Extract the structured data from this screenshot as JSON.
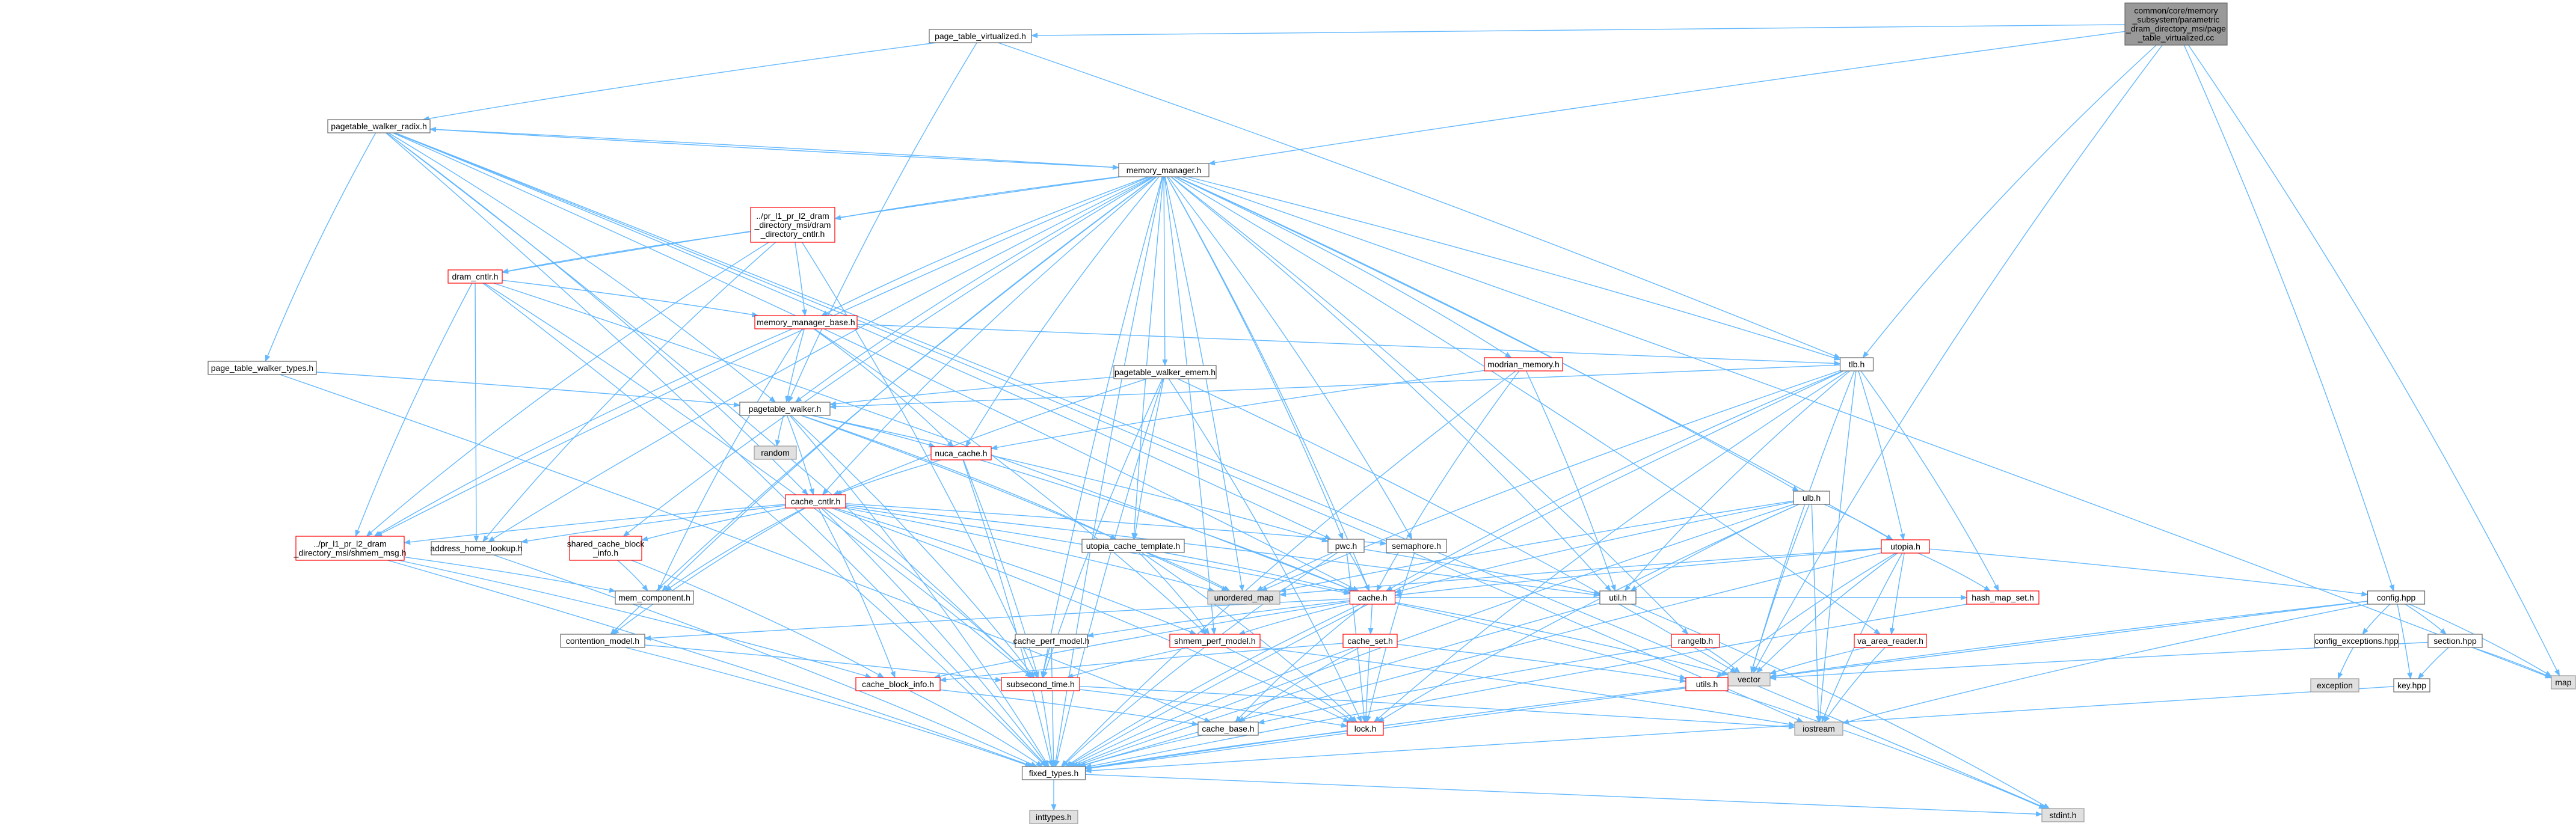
{
  "colors": {
    "edge": "#63b8ff",
    "root_fill": "#999999",
    "node_fill": "#ffffff",
    "node_border": "#666666",
    "missing_border": "#ff0000",
    "system_fill": "#e0e0e0",
    "system_border": "#999999"
  },
  "nodes": [
    {
      "id": "root",
      "lines": [
        "common/core/memory",
        "_subsystem/parametric",
        "_dram_directory_msi/page",
        "_table_virtualized.cc"
      ],
      "style": "root"
    },
    {
      "id": "ptv",
      "lines": [
        "page_table_virtualized.h"
      ],
      "style": "normal"
    },
    {
      "id": "pwr",
      "lines": [
        "pagetable_walker_radix.h"
      ],
      "style": "normal"
    },
    {
      "id": "mm",
      "lines": [
        "memory_manager.h"
      ],
      "style": "normal"
    },
    {
      "id": "drdc",
      "lines": [
        "../pr_l1_pr_l2_dram",
        "_directory_msi/dram",
        "_directory_cntlr.h"
      ],
      "style": "missing"
    },
    {
      "id": "dram",
      "lines": [
        "dram_cntlr.h"
      ],
      "style": "missing"
    },
    {
      "id": "mmb",
      "lines": [
        "memory_manager_base.h"
      ],
      "style": "missing"
    },
    {
      "id": "ptwt",
      "lines": [
        "page_table_walker_types.h"
      ],
      "style": "normal"
    },
    {
      "id": "pwe",
      "lines": [
        "pagetable_walker_emem.h"
      ],
      "style": "normal"
    },
    {
      "id": "modrian",
      "lines": [
        "modrian_memory.h"
      ],
      "style": "missing"
    },
    {
      "id": "tlb",
      "lines": [
        "tlb.h"
      ],
      "style": "normal"
    },
    {
      "id": "pw",
      "lines": [
        "pagetable_walker.h"
      ],
      "style": "normal"
    },
    {
      "id": "random",
      "lines": [
        "random"
      ],
      "style": "system"
    },
    {
      "id": "nuca",
      "lines": [
        "nuca_cache.h"
      ],
      "style": "missing"
    },
    {
      "id": "cc",
      "lines": [
        "cache_cntlr.h"
      ],
      "style": "missing"
    },
    {
      "id": "shmem_msg",
      "lines": [
        "../pr_l1_pr_l2_dram",
        "_directory_msi/shmem_msg.h"
      ],
      "style": "missing"
    },
    {
      "id": "ahl",
      "lines": [
        "address_home_lookup.h"
      ],
      "style": "normal"
    },
    {
      "id": "scbi",
      "lines": [
        "shared_cache_block",
        "_info.h"
      ],
      "style": "missing"
    },
    {
      "id": "memc",
      "lines": [
        "mem_component.h"
      ],
      "style": "normal"
    },
    {
      "id": "uct",
      "lines": [
        "utopia_cache_template.h"
      ],
      "style": "normal"
    },
    {
      "id": "umap",
      "lines": [
        "unordered_map"
      ],
      "style": "system"
    },
    {
      "id": "pwch",
      "lines": [
        "pwc.h"
      ],
      "style": "normal"
    },
    {
      "id": "sema",
      "lines": [
        "semaphore.h"
      ],
      "style": "normal"
    },
    {
      "id": "cache",
      "lines": [
        "cache.h"
      ],
      "style": "missing"
    },
    {
      "id": "utilh",
      "lines": [
        "util.h"
      ],
      "style": "normal"
    },
    {
      "id": "ulb",
      "lines": [
        "ulb.h"
      ],
      "style": "normal"
    },
    {
      "id": "utopia",
      "lines": [
        "utopia.h"
      ],
      "style": "missing"
    },
    {
      "id": "config",
      "lines": [
        "config.hpp"
      ],
      "style": "normal"
    },
    {
      "id": "contm",
      "lines": [
        "contention_model.h"
      ],
      "style": "normal"
    },
    {
      "id": "cpm",
      "lines": [
        "cache_perf_model.h"
      ],
      "style": "normal"
    },
    {
      "id": "spm",
      "lines": [
        "shmem_perf_model.h"
      ],
      "style": "missing"
    },
    {
      "id": "cset",
      "lines": [
        "cache_set.h"
      ],
      "style": "missing"
    },
    {
      "id": "ranges",
      "lines": [
        "rangelb.h"
      ],
      "style": "missing"
    },
    {
      "id": "vaar",
      "lines": [
        "va_area_reader.h"
      ],
      "style": "missing"
    },
    {
      "id": "hms",
      "lines": [
        "hash_map_set.h"
      ],
      "style": "missing"
    },
    {
      "id": "cexc",
      "lines": [
        "config_exceptions.hpp"
      ],
      "style": "normal"
    },
    {
      "id": "section",
      "lines": [
        "section.hpp"
      ],
      "style": "normal"
    },
    {
      "id": "cbi",
      "lines": [
        "cache_block_info.h"
      ],
      "style": "missing"
    },
    {
      "id": "subt",
      "lines": [
        "subsecond_time.h"
      ],
      "style": "missing"
    },
    {
      "id": "vector",
      "lines": [
        "vector"
      ],
      "style": "system"
    },
    {
      "id": "utils",
      "lines": [
        "utils.h"
      ],
      "style": "missing"
    },
    {
      "id": "exception",
      "lines": [
        "exception"
      ],
      "style": "system"
    },
    {
      "id": "map",
      "lines": [
        "map"
      ],
      "style": "system"
    },
    {
      "id": "keyh",
      "lines": [
        "key.hpp"
      ],
      "style": "normal"
    },
    {
      "id": "cbase",
      "lines": [
        "cache_base.h"
      ],
      "style": "normal"
    },
    {
      "id": "lock",
      "lines": [
        "lock.h"
      ],
      "style": "missing"
    },
    {
      "id": "iostream",
      "lines": [
        "iostream"
      ],
      "style": "system"
    },
    {
      "id": "fixed",
      "lines": [
        "fixed_types.h"
      ],
      "style": "normal"
    },
    {
      "id": "inttypes",
      "lines": [
        "inttypes.h"
      ],
      "style": "system"
    },
    {
      "id": "stdint",
      "lines": [
        "stdint.h"
      ],
      "style": "system"
    }
  ],
  "edges": [
    [
      "root",
      "ptv"
    ],
    [
      "root",
      "mm"
    ],
    [
      "root",
      "tlb"
    ],
    [
      "root",
      "vector"
    ],
    [
      "root",
      "map"
    ],
    [
      "root",
      "config"
    ],
    [
      "ptv",
      "pwr"
    ],
    [
      "ptv",
      "pw"
    ],
    [
      "ptv",
      "tlb"
    ],
    [
      "pwr",
      "mm"
    ],
    [
      "pwr",
      "pw"
    ],
    [
      "pwr",
      "ptwt"
    ],
    [
      "pwr",
      "cc"
    ],
    [
      "pwr",
      "fixed"
    ],
    [
      "pwr",
      "stdint"
    ],
    [
      "pwr",
      "cache"
    ],
    [
      "pwr",
      "pwch"
    ],
    [
      "pwr",
      "subt"
    ],
    [
      "pwr",
      "iostream"
    ],
    [
      "mm",
      "pwr"
    ],
    [
      "mm",
      "drdc"
    ],
    [
      "mm",
      "dram"
    ],
    [
      "mm",
      "mmb"
    ],
    [
      "mm",
      "pwe"
    ],
    [
      "mm",
      "modrian"
    ],
    [
      "mm",
      "tlb"
    ],
    [
      "mm",
      "ulb"
    ],
    [
      "mm",
      "pw"
    ],
    [
      "mm",
      "nuca"
    ],
    [
      "mm",
      "cc"
    ],
    [
      "mm",
      "shmem_msg"
    ],
    [
      "mm",
      "scbi"
    ],
    [
      "mm",
      "uct"
    ],
    [
      "mm",
      "umap"
    ],
    [
      "mm",
      "pwch"
    ],
    [
      "mm",
      "sema"
    ],
    [
      "mm",
      "cache"
    ],
    [
      "mm",
      "utilh"
    ],
    [
      "mm",
      "utopia"
    ],
    [
      "mm",
      "ranges"
    ],
    [
      "mm",
      "vaar"
    ],
    [
      "mm",
      "map"
    ],
    [
      "mm",
      "fixed"
    ],
    [
      "mm",
      "memc"
    ],
    [
      "mm",
      "subt"
    ],
    [
      "mm",
      "spm"
    ],
    [
      "mm",
      "contm"
    ],
    [
      "mm",
      "ahl"
    ],
    [
      "drdc",
      "dram"
    ],
    [
      "drdc",
      "mmb"
    ],
    [
      "drdc",
      "shmem_msg"
    ],
    [
      "drdc",
      "ahl"
    ],
    [
      "drdc",
      "subt"
    ],
    [
      "dram",
      "mmb"
    ],
    [
      "dram",
      "shmem_msg"
    ],
    [
      "dram",
      "ahl"
    ],
    [
      "dram",
      "fixed"
    ],
    [
      "dram",
      "cache"
    ],
    [
      "dram",
      "subt"
    ],
    [
      "mmb",
      "tlb"
    ],
    [
      "mmb",
      "pw"
    ],
    [
      "mmb",
      "nuca"
    ],
    [
      "mmb",
      "shmem_msg"
    ],
    [
      "mmb",
      "memc"
    ],
    [
      "mmb",
      "spm"
    ],
    [
      "ptwt",
      "pw"
    ],
    [
      "ptwt",
      "cbase"
    ],
    [
      "pwe",
      "pw"
    ],
    [
      "pwe",
      "cc"
    ],
    [
      "pwe",
      "uct"
    ],
    [
      "pwe",
      "fixed"
    ],
    [
      "pwe",
      "subt"
    ],
    [
      "pwe",
      "lock"
    ],
    [
      "pwe",
      "vector"
    ],
    [
      "modrian",
      "nuca"
    ],
    [
      "modrian",
      "cache"
    ],
    [
      "modrian",
      "fixed"
    ],
    [
      "modrian",
      "utilh"
    ],
    [
      "tlb",
      "pw"
    ],
    [
      "tlb",
      "cache"
    ],
    [
      "tlb",
      "utopia"
    ],
    [
      "tlb",
      "hms"
    ],
    [
      "tlb",
      "fixed"
    ],
    [
      "tlb",
      "iostream"
    ],
    [
      "tlb",
      "lock"
    ],
    [
      "tlb",
      "vector"
    ],
    [
      "tlb",
      "utilh"
    ],
    [
      "tlb",
      "umap"
    ],
    [
      "pw",
      "random"
    ],
    [
      "pw",
      "nuca"
    ],
    [
      "pw",
      "cc"
    ],
    [
      "pw",
      "uct"
    ],
    [
      "pw",
      "umap"
    ],
    [
      "pw",
      "pwch"
    ],
    [
      "pw",
      "fixed"
    ],
    [
      "pw",
      "subt"
    ],
    [
      "nuca",
      "cc"
    ],
    [
      "nuca",
      "cache"
    ],
    [
      "nuca",
      "subt"
    ],
    [
      "nuca",
      "fixed"
    ],
    [
      "cc",
      "ahl"
    ],
    [
      "cc",
      "scbi"
    ],
    [
      "cc",
      "memc"
    ],
    [
      "cc",
      "contm"
    ],
    [
      "cc",
      "shmem_msg"
    ],
    [
      "cc",
      "cache"
    ],
    [
      "cc",
      "spm"
    ],
    [
      "cc",
      "cbi"
    ],
    [
      "cc",
      "subt"
    ],
    [
      "cc",
      "fixed"
    ],
    [
      "cc",
      "lock"
    ],
    [
      "cc",
      "sema"
    ],
    [
      "cc",
      "umap"
    ],
    [
      "cc",
      "utilh"
    ],
    [
      "shmem_msg",
      "memc"
    ],
    [
      "shmem_msg",
      "fixed"
    ],
    [
      "shmem_msg",
      "cbi"
    ],
    [
      "ahl",
      "fixed"
    ],
    [
      "scbi",
      "memc"
    ],
    [
      "scbi",
      "cbi"
    ],
    [
      "uct",
      "cache"
    ],
    [
      "uct",
      "umap"
    ],
    [
      "uct",
      "lock"
    ],
    [
      "uct",
      "spm"
    ],
    [
      "pwch",
      "cache"
    ],
    [
      "pwch",
      "umap"
    ],
    [
      "pwch",
      "lock"
    ],
    [
      "pwch",
      "utilh"
    ],
    [
      "pwch",
      "fixed"
    ],
    [
      "sema",
      "lock"
    ],
    [
      "cache",
      "cpm"
    ],
    [
      "cache",
      "spm"
    ],
    [
      "cache",
      "cset"
    ],
    [
      "cache",
      "cbi"
    ],
    [
      "cache",
      "cbase"
    ],
    [
      "cache",
      "hms"
    ],
    [
      "cache",
      "fixed"
    ],
    [
      "cache",
      "contm"
    ],
    [
      "cache",
      "utils"
    ],
    [
      "cache",
      "vector"
    ],
    [
      "utilh",
      "fixed"
    ],
    [
      "utilh",
      "stdint"
    ],
    [
      "ulb",
      "cache"
    ],
    [
      "ulb",
      "utopia"
    ],
    [
      "ulb",
      "umap"
    ],
    [
      "ulb",
      "vector"
    ],
    [
      "ulb",
      "iostream"
    ],
    [
      "ulb",
      "utilh"
    ],
    [
      "ulb",
      "fixed"
    ],
    [
      "ulb",
      "lock"
    ],
    [
      "utopia",
      "cache"
    ],
    [
      "utopia",
      "hms"
    ],
    [
      "utopia",
      "vaar"
    ],
    [
      "utopia",
      "utils"
    ],
    [
      "utopia",
      "iostream"
    ],
    [
      "utopia",
      "vector"
    ],
    [
      "utopia",
      "config"
    ],
    [
      "utopia",
      "fixed"
    ],
    [
      "utopia",
      "umap"
    ],
    [
      "config",
      "cexc"
    ],
    [
      "config",
      "section"
    ],
    [
      "config",
      "map"
    ],
    [
      "config",
      "vector"
    ],
    [
      "config",
      "iostream"
    ],
    [
      "config",
      "fixed"
    ],
    [
      "config",
      "keyh"
    ],
    [
      "contm",
      "fixed"
    ],
    [
      "contm",
      "subt"
    ],
    [
      "cpm",
      "subt"
    ],
    [
      "cpm",
      "fixed"
    ],
    [
      "spm",
      "subt"
    ],
    [
      "spm",
      "lock"
    ],
    [
      "spm",
      "iostream"
    ],
    [
      "cset",
      "cbi"
    ],
    [
      "cset",
      "cbase"
    ],
    [
      "cset",
      "lock"
    ],
    [
      "cset",
      "fixed"
    ],
    [
      "cset",
      "utils"
    ],
    [
      "ranges",
      "cbase"
    ],
    [
      "ranges",
      "vector"
    ],
    [
      "vaar",
      "vector"
    ],
    [
      "vaar",
      "iostream"
    ],
    [
      "hms",
      "fixed"
    ],
    [
      "cexc",
      "exception"
    ],
    [
      "section",
      "map"
    ],
    [
      "section",
      "vector"
    ],
    [
      "section",
      "keyh"
    ],
    [
      "cbi",
      "fixed"
    ],
    [
      "cbi",
      "cbase"
    ],
    [
      "subt",
      "fixed"
    ],
    [
      "subt",
      "lock"
    ],
    [
      "subt",
      "iostream"
    ],
    [
      "utils",
      "fixed"
    ],
    [
      "utils",
      "stdint"
    ],
    [
      "keyh",
      "fixed"
    ],
    [
      "cbase",
      "fixed"
    ],
    [
      "lock",
      "fixed"
    ],
    [
      "fixed",
      "inttypes"
    ],
    [
      "fixed",
      "stdint"
    ]
  ]
}
